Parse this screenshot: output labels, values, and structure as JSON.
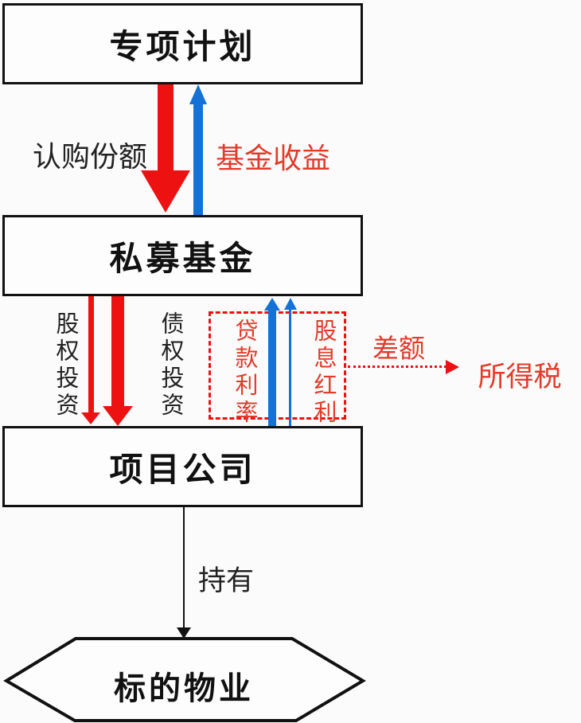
{
  "diagram": {
    "nodes": {
      "special_plan": "专项计划",
      "private_fund": "私募基金",
      "project_company": "项目公司",
      "target_property": "标的物业"
    },
    "edge_labels": {
      "subscribe_share": "认购份额",
      "fund_income": "基金收益",
      "equity_investment": "股权投资",
      "debt_investment": "债权投资",
      "loan_interest": "贷款利率",
      "dividend": "股息红利",
      "difference": "差额",
      "income_tax": "所得税",
      "hold": "持有"
    }
  },
  "colors": {
    "red": "#ee1111",
    "red_text": "#e23b2a",
    "blue": "#1471d6",
    "line": "#111111",
    "bg": "#fbfbfc",
    "node_bg": "#fdfdfe"
  }
}
